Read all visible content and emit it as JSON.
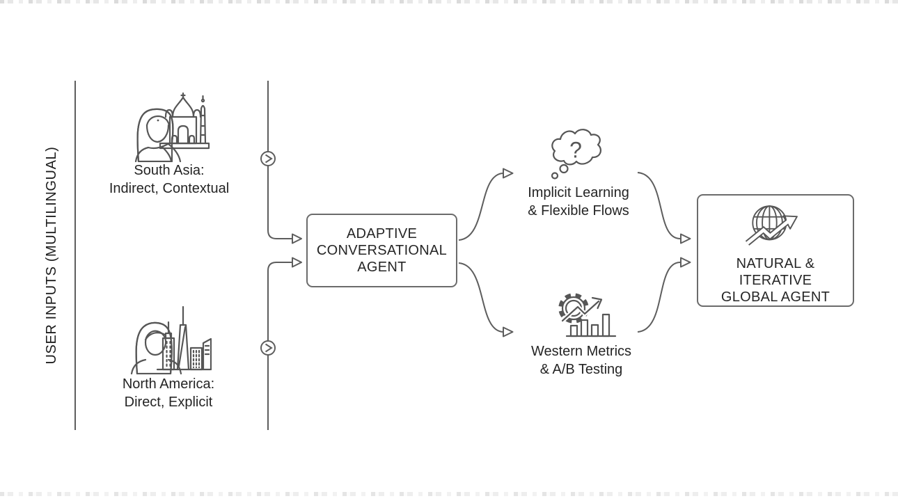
{
  "left_rail": {
    "label": "USER INPUTS (MULTILINGUAL)"
  },
  "inputs": [
    {
      "title": "South Asia:",
      "subtitle": "Indirect, Contextual",
      "icon": "woman-with-taj-mahal-icon"
    },
    {
      "title": "North America:",
      "subtitle": "Direct, Explicit",
      "icon": "woman-with-city-skyline-icon"
    }
  ],
  "agent_box": {
    "line1": "ADAPTIVE",
    "line2": "CONVERSATIONAL",
    "line3": "AGENT"
  },
  "outputs": [
    {
      "line1": "Implicit Learning",
      "line2": "& Flexible Flows",
      "icon": "thought-bubble-question-icon",
      "glyph": "?"
    },
    {
      "line1": "Western Metrics",
      "line2": "& A/B Testing",
      "icon": "gear-bar-chart-arrow-icon"
    }
  ],
  "result_box": {
    "line1": "NATURAL & ITERATIVE",
    "line2": "GLOBAL AGENT",
    "icon": "globe-growth-arrow-icon"
  },
  "colors": {
    "background": "#ffffff",
    "connector_line": "#5d5d5d",
    "box_border": "#6b6b6b",
    "icon_stroke": "#565656",
    "text": "#262626"
  }
}
